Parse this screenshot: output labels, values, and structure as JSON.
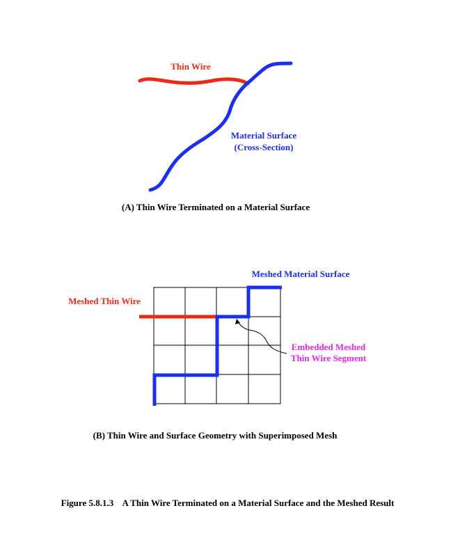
{
  "colors": {
    "wire": "#ee2a16",
    "surface": "#1a2ff0",
    "embedded": "#ee22ee",
    "text": "#000000",
    "grid": "#000000"
  },
  "panel_a": {
    "wire_label": "Thin Wire",
    "surface_label_line1": "Material Surface",
    "surface_label_line2": "(Cross-Section)",
    "caption": "(A) Thin Wire Terminated on a Material Surface"
  },
  "panel_b": {
    "surface_label": "Meshed Material Surface",
    "wire_label": "Meshed Thin Wire",
    "embedded_label_line1": "Embedded Meshed",
    "embedded_label_line2": "Thin Wire Segment",
    "caption": "(B) Thin Wire and Surface Geometry with Superimposed Mesh",
    "mesh": {
      "rows": 4,
      "cols": 4
    }
  },
  "figure_caption": "Figure 5.8.1.3    A Thin Wire Terminated on a Material Surface and the Meshed Result"
}
